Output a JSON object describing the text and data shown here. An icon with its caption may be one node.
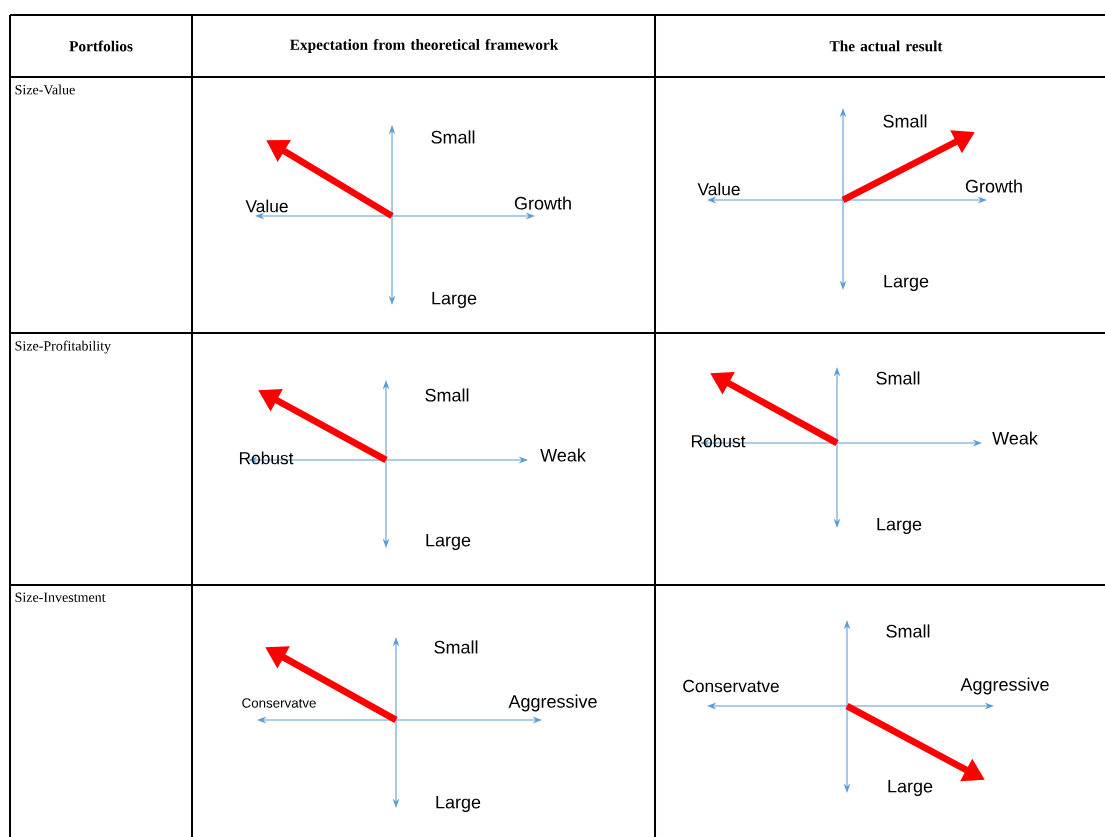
{
  "diagram": {
    "labels": [
      "Portfolios",
      "Expectation from theoretical framework",
      "The actual result",
      "Size-Value",
      "Small",
      "Value",
      "Growth",
      "Large",
      "Small",
      "Value",
      "Growth",
      "Large",
      "Size-Profitability",
      "Small",
      "Robust",
      "Weak",
      "Large",
      "Small",
      "Robust",
      "Weak",
      "Large",
      "Size-Investment",
      "Small",
      "Conservatve",
      "Aggressive",
      "Large",
      "Small",
      "Conservatve",
      "Aggressive",
      "Large"
    ]
  }
}
